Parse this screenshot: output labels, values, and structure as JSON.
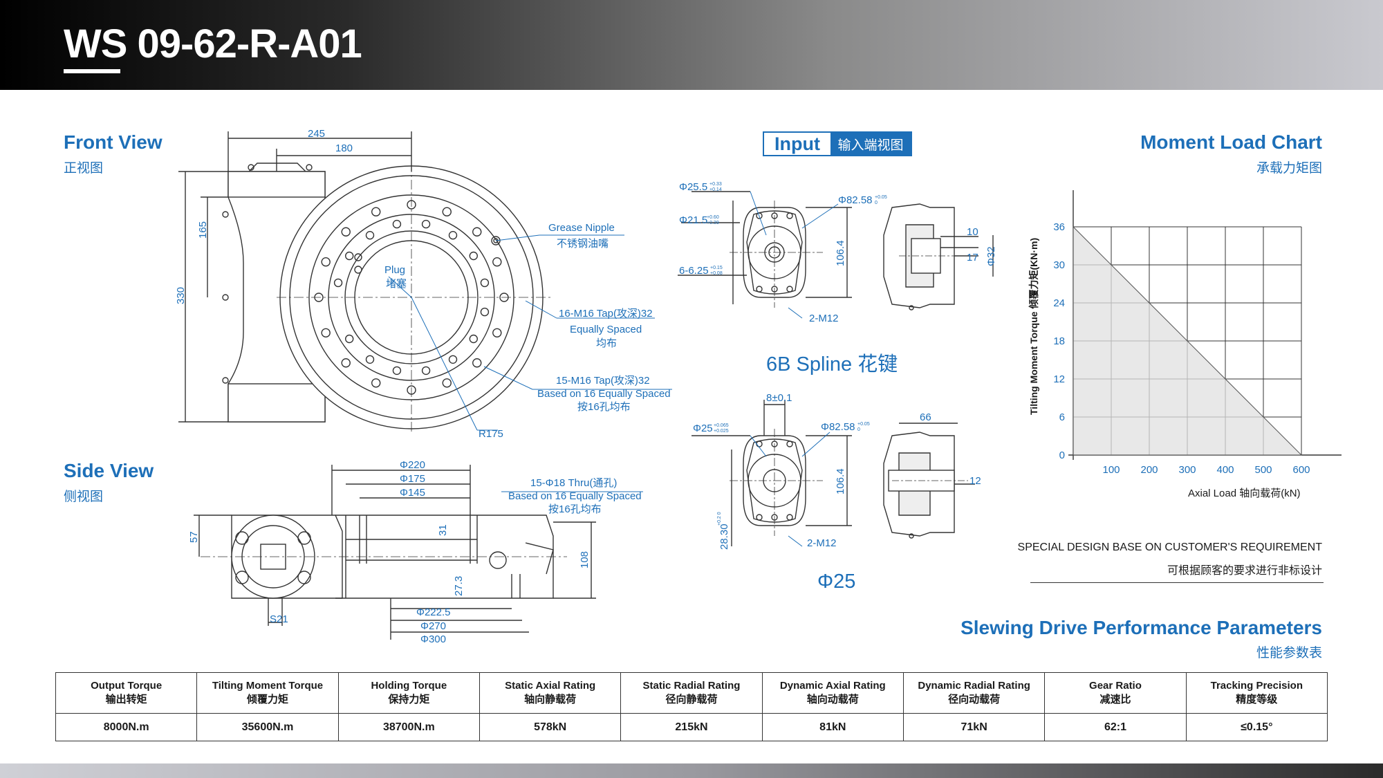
{
  "header": {
    "model": "WS 09-62-R-A01"
  },
  "front_view": {
    "title": "Front View",
    "subtitle": "正视图",
    "dims": {
      "d245": "245",
      "d180": "180",
      "d165": "165",
      "d330": "330"
    },
    "labels": {
      "grease_nipple": "Grease Nipple",
      "grease_nipple_zh": "不锈钢油嘴",
      "plug": "Plug",
      "plug_zh": "堵塞",
      "tap16_1": "16-M16 Tap(攻深)32",
      "tap16_2": "Equally Spaced",
      "tap16_3": "均布",
      "tap15_1": "15-M16 Tap(攻深)32",
      "tap15_2": "Based on 16 Equally Spaced",
      "tap15_3": "按16孔均布",
      "r175": "R175"
    }
  },
  "side_view": {
    "title": "Side View",
    "subtitle": "侧视图",
    "dims": {
      "d220": "Φ220",
      "d175": "Φ175",
      "d145": "Φ145",
      "d57": "57",
      "d31": "31",
      "d108": "108",
      "d273": "27.3",
      "d2225": "Φ222.5",
      "d270": "Φ270",
      "d300": "Φ300",
      "s21": "S21"
    },
    "labels": {
      "thru1": "15-Φ18 Thru(通孔)",
      "thru2": "Based on 16 Equally Spaced",
      "thru3": "按16孔均布"
    }
  },
  "input": {
    "title": "Input",
    "title_zh": "输入端视图",
    "spline": {
      "caption": "6B Spline 花键",
      "d255": "Φ25.5",
      "d255_tol_up": "+0.33",
      "d255_tol_dn": "+0.14",
      "d215": "Φ21.5",
      "d215_tol_up": "+0.60",
      "d215_tol_dn": "+0.39",
      "d625": "6-6.25",
      "d625_tol_up": "+0.15",
      "d625_tol_dn": "+0.08",
      "d8258": "Φ82.58",
      "d8258_tol_up": "+0.05",
      "d8258_tol_dn": "0",
      "d1064": "106.4",
      "m12": "2-M12",
      "d10": "10",
      "d17": "17",
      "d32": "Φ32"
    },
    "shaft": {
      "caption": "Φ25",
      "d8": "8±0.1",
      "d25": "Φ25",
      "d25_tol_up": "+0.065",
      "d25_tol_dn": "+0.025",
      "d8258": "Φ82.58",
      "d8258_tol_up": "+0.05",
      "d8258_tol_dn": "0",
      "d1064": "106.4",
      "d2830": "28.30",
      "d2830_tol": "+0.2 0",
      "m12": "2-M12",
      "d66": "66",
      "d12": "12"
    }
  },
  "moment_chart": {
    "title": "Moment Load Chart",
    "subtitle": "承载力矩图",
    "note_en": "SPECIAL DESIGN BASE ON CUSTOMER'S REQUIREMENT",
    "note_zh": "可根据顾客的要求进行非标设计"
  },
  "chart_data": {
    "type": "area",
    "x": [
      0,
      600
    ],
    "y": [
      36,
      0
    ],
    "xticks": [
      "100",
      "200",
      "300",
      "400",
      "500",
      "600"
    ],
    "yticks": [
      "0",
      "6",
      "12",
      "18",
      "24",
      "30",
      "36"
    ],
    "xlim": [
      0,
      600
    ],
    "ylim": [
      0,
      36
    ],
    "xlabel": "Axial Load 轴向载荷(kN)",
    "ylabel": "Tilting Moment Torque 倾覆力矩(KN·m)",
    "grid": true,
    "fill_color": "#e0e0e0"
  },
  "performance": {
    "title": "Slewing Drive Performance Parameters",
    "subtitle": "性能参数表",
    "columns": [
      {
        "en": "Output Torque",
        "zh": "输出转矩",
        "value": "8000N.m"
      },
      {
        "en": "Tilting Moment Torque",
        "zh": "倾覆力矩",
        "value": "35600N.m"
      },
      {
        "en": "Holding Torque",
        "zh": "保持力矩",
        "value": "38700N.m"
      },
      {
        "en": "Static Axial Rating",
        "zh": "轴向静载荷",
        "value": "578kN"
      },
      {
        "en": "Static Radial Rating",
        "zh": "径向静载荷",
        "value": "215kN"
      },
      {
        "en": "Dynamic Axial Rating",
        "zh": "轴向动载荷",
        "value": "81kN"
      },
      {
        "en": "Dynamic Radial Rating",
        "zh": "径向动载荷",
        "value": "71kN"
      },
      {
        "en": "Gear Ratio",
        "zh": "减速比",
        "value": "62:1"
      },
      {
        "en": "Tracking Precision",
        "zh": "精度等级",
        "value": "≤0.15°"
      }
    ]
  },
  "colors": {
    "accent": "#1d6fb8",
    "line": "#333333"
  }
}
